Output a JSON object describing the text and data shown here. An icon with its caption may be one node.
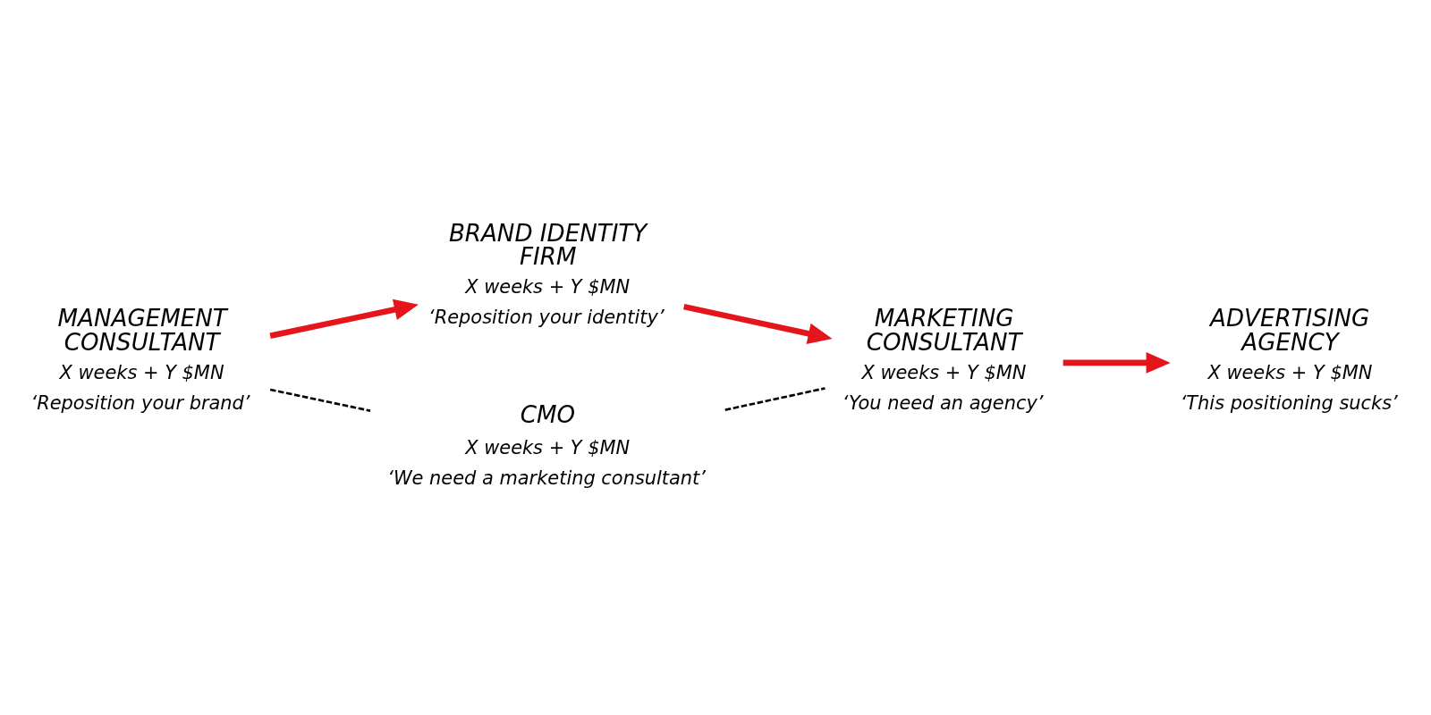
{
  "diagram": {
    "nodes": [
      {
        "text": [
          "MANAGEMENT CONSULTANT"
        ],
        "beside": [
          "X weeks + Y $MN",
          "‘Reposition your brand’"
        ]
      },
      {
        "text": [
          "BRAND IDENTITY FIRM"
        ],
        "beside": [
          "X weeks + Y $MN",
          "‘Reposition your identity’"
        ]
      },
      {
        "text": [
          "MARKETING CONSULTANT"
        ],
        "beside": [
          "X weeks + Y $MN",
          "‘You need an agency’"
        ]
      },
      {
        "text": [
          "ADVERTISING AGENCY"
        ],
        "beside": [
          "X weeks + Y $MN",
          "‘This positioning sucks’"
        ]
      },
      {
        "text": [
          "CMO"
        ],
        "beside": [
          "X weeks + Y $MN",
          "‘We need a marketing consultant’"
        ]
      }
    ],
    "edges": [
      {
        "from": 0,
        "to": 1,
        "arrow": "to"
      },
      {
        "from": 1,
        "to": 2,
        "arrow": "to"
      },
      {
        "from": 2,
        "to": 3,
        "arrow": "to"
      },
      {
        "from": 0,
        "to": 4,
        "arrow": "none",
        "style": "dashed",
        "color": "#000000"
      },
      {
        "from": 4,
        "to": 2,
        "arrow": "none",
        "style": "dashed",
        "color": "#000000"
      }
    ]
  }
}
